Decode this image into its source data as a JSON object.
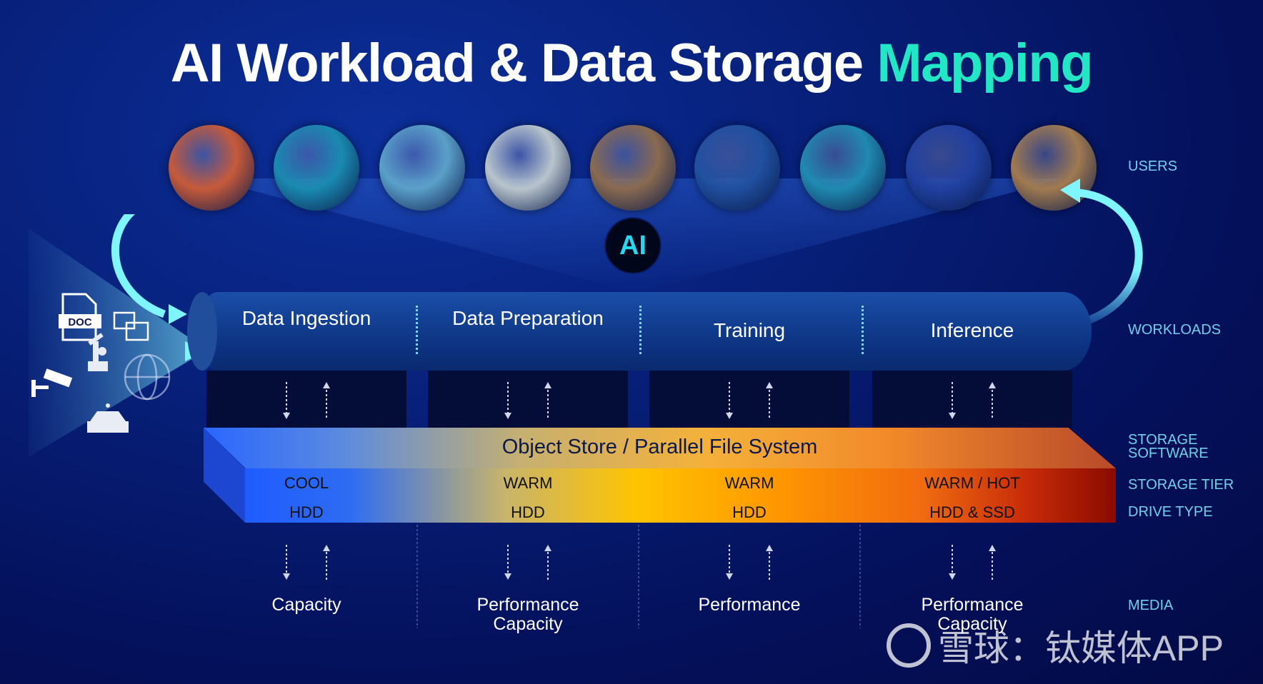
{
  "title": {
    "main": "AI Workload & Data Storage",
    "highlight": "Mapping"
  },
  "users": [
    {
      "name": "vr-user",
      "color": "#c65a3a"
    },
    {
      "name": "stock-chart",
      "color": "#1a8ab0"
    },
    {
      "name": "scientist",
      "color": "#5aa0c8"
    },
    {
      "name": "robot-arm",
      "color": "#b8c4cc"
    },
    {
      "name": "shopper",
      "color": "#8a6a50"
    },
    {
      "name": "office-worker",
      "color": "#2050a0"
    },
    {
      "name": "autonomous-car",
      "color": "#208ab0"
    },
    {
      "name": "news-screens",
      "color": "#2040a0"
    },
    {
      "name": "warehouse",
      "color": "#a07a50"
    }
  ],
  "ai_badge": "AI",
  "sources": {
    "doc_label": "DOC"
  },
  "workloads": [
    "Data Ingestion",
    "Data Preparation",
    "Training",
    "Inference"
  ],
  "storage_software": "Object Store / Parallel File System",
  "tiers": [
    "COOL",
    "WARM",
    "WARM",
    "WARM / HOT"
  ],
  "drives": [
    "HDD",
    "HDD",
    "HDD",
    "HDD & SSD"
  ],
  "media": [
    [
      "Capacity"
    ],
    [
      "Performance",
      "Capacity"
    ],
    [
      "Performance"
    ],
    [
      "Performance",
      "Capacity"
    ]
  ],
  "row_labels": {
    "users": "USERS",
    "workloads": "WORKLOADS",
    "storage_software_1": "STORAGE",
    "storage_software_2": "SOFTWARE",
    "storage_tier": "STORAGE TIER",
    "drive_type": "DRIVE TYPE",
    "media": "MEDIA"
  },
  "watermark": "雪球：钛媒体APP",
  "colors": {
    "accent": "#22e6c4",
    "label": "#6fd0ea",
    "arrow": "#7ff5ff"
  }
}
